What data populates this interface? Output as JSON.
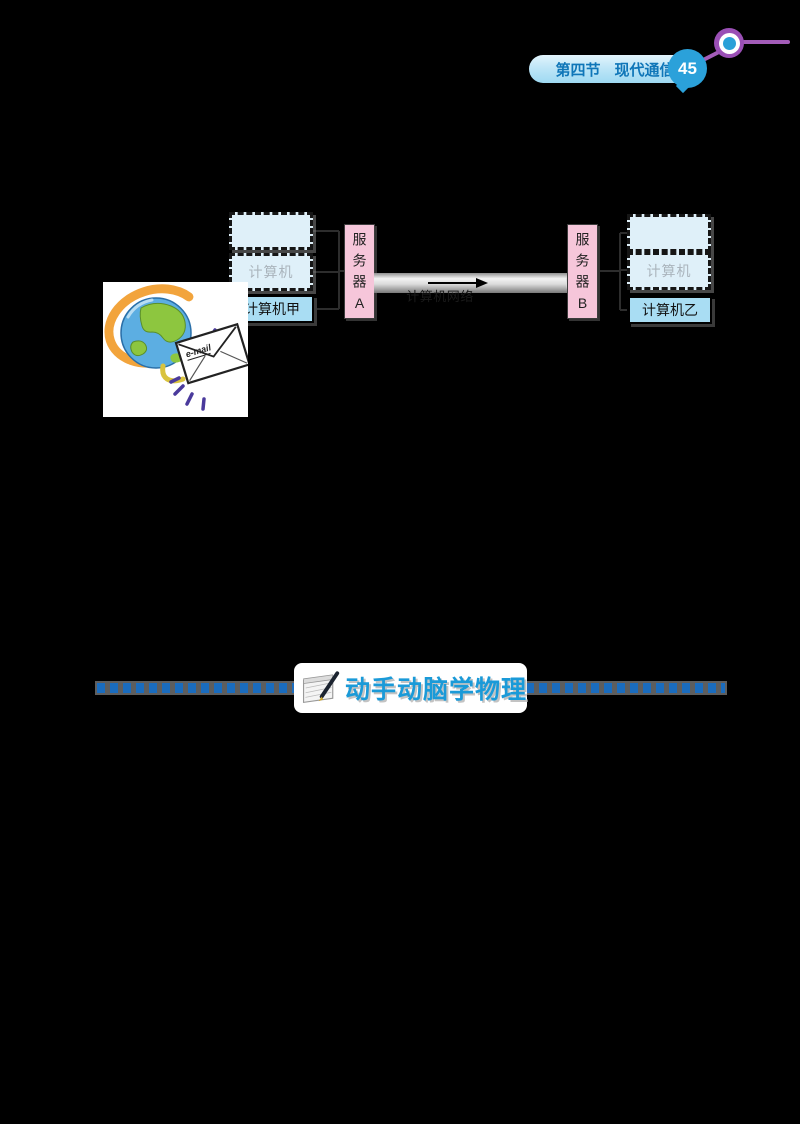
{
  "page_header": {
    "section_label": "第四节",
    "section_title": "现代通信",
    "page_number": "45",
    "accent_blue": "#2ba1da",
    "accent_purple": "#9a4fb5"
  },
  "diagram": {
    "left_group": {
      "dashed_placeholder_label": "计算机",
      "computer_label": "计算机甲"
    },
    "server_a_label": "服务器A",
    "server_b_label": "服务器B",
    "link_label": "计算机网络",
    "right_group": {
      "dashed_placeholder_label": "计算机",
      "computer_label": "计算机乙"
    }
  },
  "illustration": {
    "envelope_text": "e-mail"
  },
  "activity_banner": {
    "title": "动手动脑学物理"
  }
}
